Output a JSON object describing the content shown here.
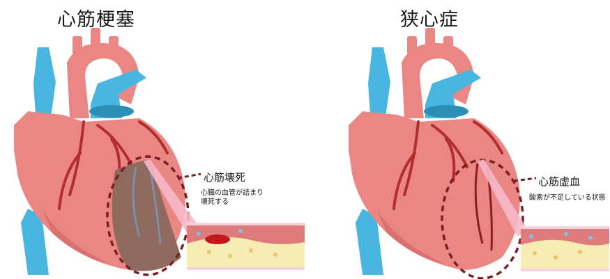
{
  "panels": [
    {
      "title": "心筋梗塞",
      "callout_label": "心筋壊死",
      "callout_desc": [
        "心臓の血管が詰まり",
        "壊死する"
      ]
    },
    {
      "title": "狭心症",
      "callout_label": "心筋虚血",
      "callout_desc": [
        "酸素が不足している状態"
      ]
    }
  ],
  "colors": {
    "heart": "#ea8784",
    "heart_dark": "#c95a5c",
    "artery": "#b32c30",
    "vein": "#48b6e0",
    "vein_dark": "#2b8fb3",
    "necrosis": "#8e6a5f",
    "dashed": "#7a1f1f",
    "plaque": "#f6ecb4",
    "blood": "#e07b7b",
    "clot": "#c0181d"
  }
}
